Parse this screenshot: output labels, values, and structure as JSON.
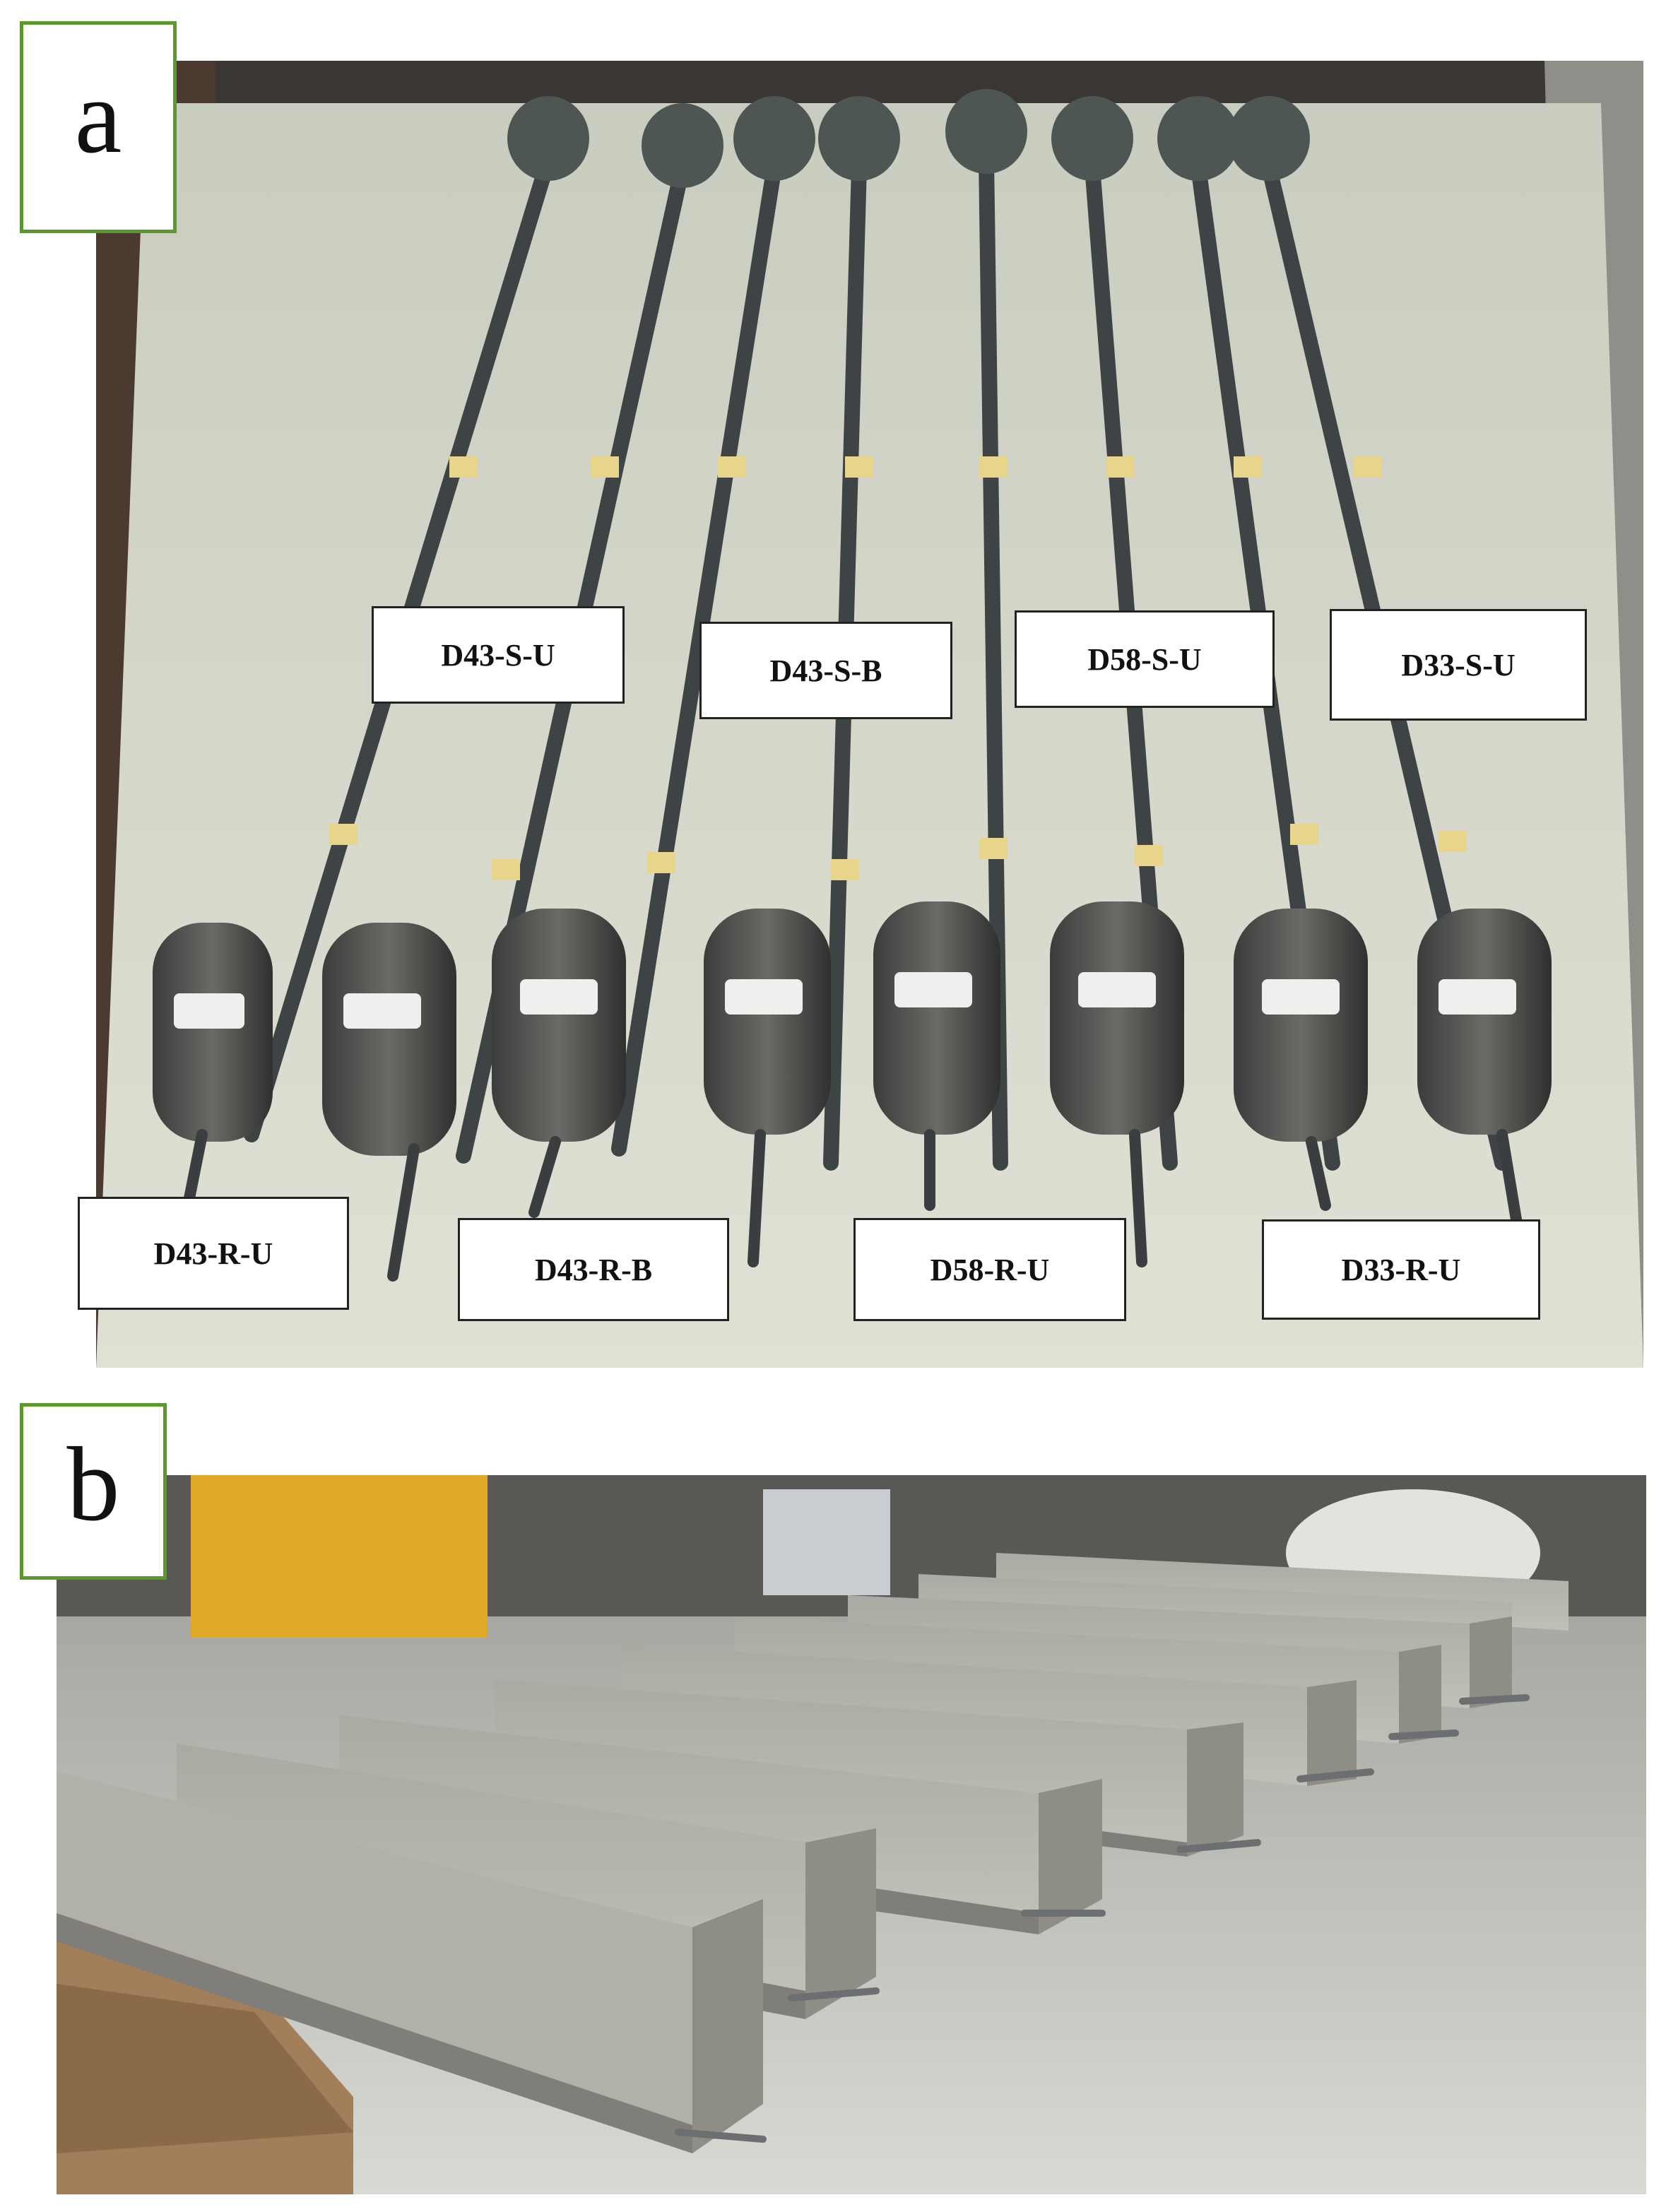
{
  "panels": {
    "a": {
      "tag": "a"
    },
    "b": {
      "tag": "b"
    }
  },
  "labels": {
    "top": [
      "D43-S-U",
      "D43-S-B",
      "D58-S-U",
      "D33-S-U"
    ],
    "bottom": [
      "D43-R-U",
      "D43-R-B",
      "D58-R-U",
      "D33-R-U"
    ]
  },
  "colors": {
    "tag_border": "#5b9a2a",
    "sheet": "#d3d6c6",
    "concrete": "#9b9a93",
    "steel_rod": "#3e4446",
    "tape": "#e8d48a"
  }
}
